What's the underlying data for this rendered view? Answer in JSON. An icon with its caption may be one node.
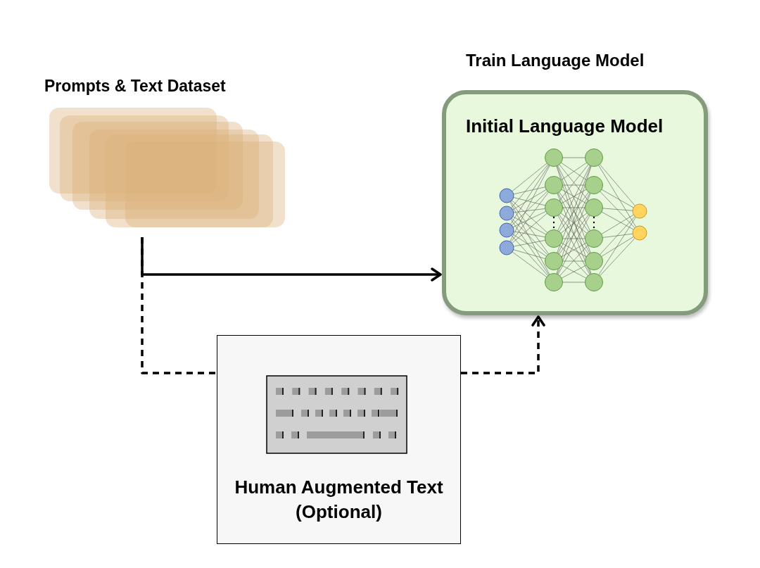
{
  "diagram": {
    "nodes": [
      {
        "text": [
          "Prompts & Text Dataset"
        ]
      },
      {
        "text": [
          "Train Language Model",
          "Initial Language Model"
        ]
      },
      {
        "text": [
          "Human Augmented Text (Optional)"
        ]
      }
    ],
    "edges": [
      {
        "from": 0,
        "to": 1,
        "arrow": "to"
      },
      {
        "from": 0,
        "to": 2,
        "arrow": "none",
        "style": "dashed"
      },
      {
        "from": 2,
        "to": 1,
        "arrow": "to",
        "style": "dashed"
      }
    ]
  }
}
